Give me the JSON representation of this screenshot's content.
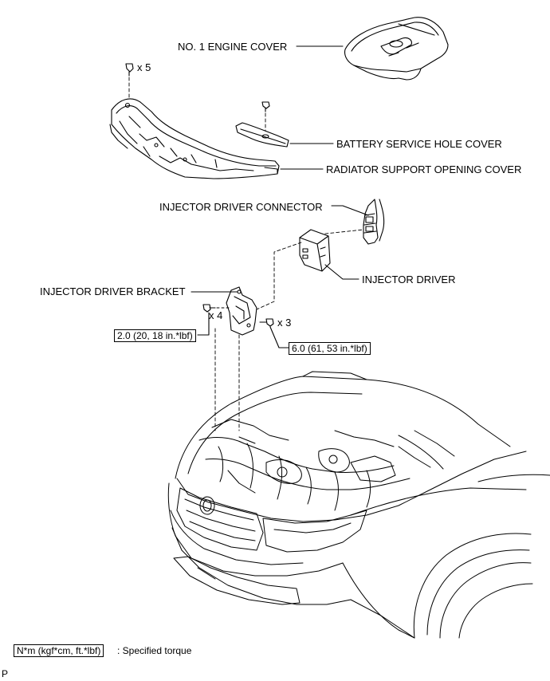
{
  "labels": {
    "engine_cover": "NO. 1 ENGINE COVER",
    "battery_cover": "BATTERY SERVICE HOLE COVER",
    "radiator_cover": "RADIATOR SUPPORT OPENING COVER",
    "connector": "INJECTOR DRIVER CONNECTOR",
    "injector_driver": "INJECTOR DRIVER",
    "bracket": "INJECTOR DRIVER BRACKET"
  },
  "quantities": {
    "clip_count": "x 5",
    "bolt_count_left": "x 4",
    "bolt_count_right": "x 3"
  },
  "torques": {
    "left": "2.0 (20, 18 in.*lbf)",
    "right": "6.0 (61, 53 in.*lbf)"
  },
  "legend": {
    "unit_box": "N*m (kgf*cm, ft.*lbf)",
    "text": ": Specified torque"
  },
  "corner_mark": "P"
}
